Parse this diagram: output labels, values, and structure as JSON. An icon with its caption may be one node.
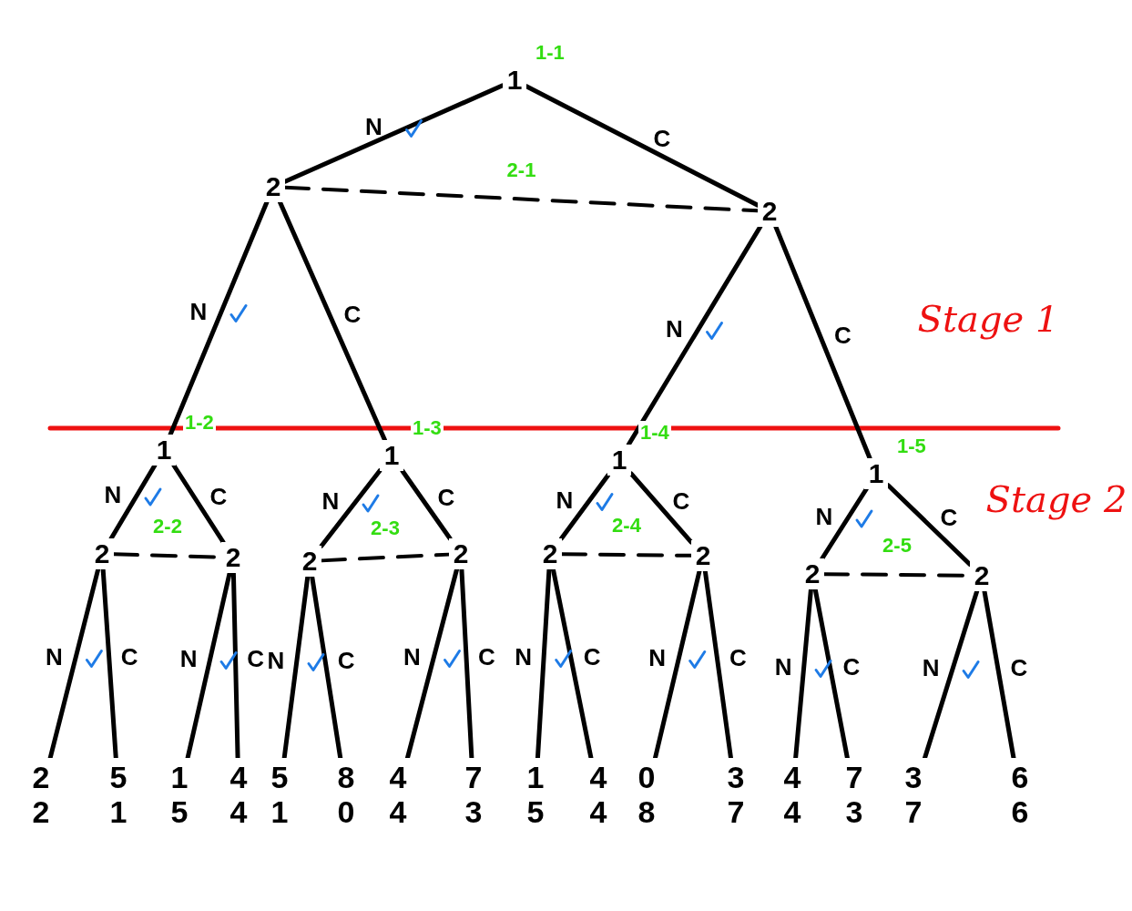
{
  "diagram": {
    "nodes": [
      {
        "text": [
          "1"
        ],
        "beside": [
          "1-1"
        ]
      },
      {
        "text": [
          "2"
        ]
      },
      {
        "text": [
          "2"
        ]
      },
      {
        "text": [
          "1"
        ],
        "beside": [
          "1-2"
        ]
      },
      {
        "text": [
          "1"
        ],
        "beside": [
          "1-3"
        ]
      },
      {
        "text": [
          "1"
        ],
        "beside": [
          "1-4"
        ]
      },
      {
        "text": [
          "1"
        ],
        "beside": [
          "1-5"
        ]
      },
      {
        "text": [
          "2"
        ]
      },
      {
        "text": [
          "2"
        ]
      },
      {
        "text": [
          "2"
        ]
      },
      {
        "text": [
          "2"
        ]
      },
      {
        "text": [
          "2"
        ]
      },
      {
        "text": [
          "2"
        ]
      },
      {
        "text": [
          "2"
        ]
      },
      {
        "text": [
          "2"
        ]
      },
      {
        "text": [
          "2",
          "2"
        ]
      },
      {
        "text": [
          "5",
          "1"
        ]
      },
      {
        "text": [
          "1",
          "5"
        ]
      },
      {
        "text": [
          "4",
          "4"
        ]
      },
      {
        "text": [
          "5",
          "1"
        ]
      },
      {
        "text": [
          "8",
          "0"
        ]
      },
      {
        "text": [
          "4",
          "4"
        ]
      },
      {
        "text": [
          "7",
          "3"
        ]
      },
      {
        "text": [
          "1",
          "5"
        ]
      },
      {
        "text": [
          "4",
          "4"
        ]
      },
      {
        "text": [
          "0",
          "8"
        ]
      },
      {
        "text": [
          "3",
          "7"
        ]
      },
      {
        "text": [
          "4",
          "4"
        ]
      },
      {
        "text": [
          "7",
          "3"
        ]
      },
      {
        "text": [
          "3",
          "7"
        ]
      },
      {
        "text": [
          "6",
          "6"
        ]
      }
    ],
    "edges": [
      {
        "from": 0,
        "to": 1,
        "arrow": "none",
        "label": "N"
      },
      {
        "from": 0,
        "to": 2,
        "arrow": "none",
        "label": "C"
      },
      {
        "from": 1,
        "to": 3,
        "arrow": "none",
        "label": "N"
      },
      {
        "from": 1,
        "to": 4,
        "arrow": "none",
        "label": "C"
      },
      {
        "from": 2,
        "to": 5,
        "arrow": "none",
        "label": "N"
      },
      {
        "from": 2,
        "to": 6,
        "arrow": "none",
        "label": "C"
      },
      {
        "from": 3,
        "to": 7,
        "arrow": "none",
        "label": "N"
      },
      {
        "from": 3,
        "to": 8,
        "arrow": "none",
        "label": "C"
      },
      {
        "from": 4,
        "to": 9,
        "arrow": "none",
        "label": "N"
      },
      {
        "from": 4,
        "to": 10,
        "arrow": "none",
        "label": "C"
      },
      {
        "from": 5,
        "to": 11,
        "arrow": "none",
        "label": "N"
      },
      {
        "from": 5,
        "to": 12,
        "arrow": "none",
        "label": "C"
      },
      {
        "from": 6,
        "to": 13,
        "arrow": "none",
        "label": "N"
      },
      {
        "from": 6,
        "to": 14,
        "arrow": "none",
        "label": "C"
      },
      {
        "from": 7,
        "to": 15,
        "arrow": "none",
        "label": "N"
      },
      {
        "from": 7,
        "to": 16,
        "arrow": "none",
        "label": "C"
      },
      {
        "from": 8,
        "to": 17,
        "arrow": "none",
        "label": "N"
      },
      {
        "from": 8,
        "to": 18,
        "arrow": "none",
        "label": "C"
      },
      {
        "from": 9,
        "to": 19,
        "arrow": "none",
        "label": "N"
      },
      {
        "from": 9,
        "to": 20,
        "arrow": "none",
        "label": "C"
      },
      {
        "from": 10,
        "to": 21,
        "arrow": "none",
        "label": "N"
      },
      {
        "from": 10,
        "to": 22,
        "arrow": "none",
        "label": "C"
      },
      {
        "from": 11,
        "to": 23,
        "arrow": "none",
        "label": "N"
      },
      {
        "from": 11,
        "to": 24,
        "arrow": "none",
        "label": "C"
      },
      {
        "from": 12,
        "to": 25,
        "arrow": "none",
        "label": "N"
      },
      {
        "from": 12,
        "to": 26,
        "arrow": "none",
        "label": "C"
      },
      {
        "from": 13,
        "to": 27,
        "arrow": "none",
        "label": "N"
      },
      {
        "from": 13,
        "to": 28,
        "arrow": "none",
        "label": "C"
      },
      {
        "from": 14,
        "to": 29,
        "arrow": "none",
        "label": "N"
      },
      {
        "from": 14,
        "to": 30,
        "arrow": "none",
        "label": "C"
      },
      {
        "from": 1,
        "to": 2,
        "arrow": "none",
        "label": "2-1",
        "style": "dashed"
      },
      {
        "from": 7,
        "to": 8,
        "arrow": "none",
        "label": "2-2",
        "style": "dashed"
      },
      {
        "from": 9,
        "to": 10,
        "arrow": "none",
        "label": "2-3",
        "style": "dashed"
      },
      {
        "from": 11,
        "to": 12,
        "arrow": "none",
        "label": "2-4",
        "style": "dashed"
      },
      {
        "from": 13,
        "to": 14,
        "arrow": "none",
        "label": "2-5",
        "style": "dashed"
      }
    ],
    "labels": [
      "Stage 1",
      "Stage 2"
    ]
  }
}
